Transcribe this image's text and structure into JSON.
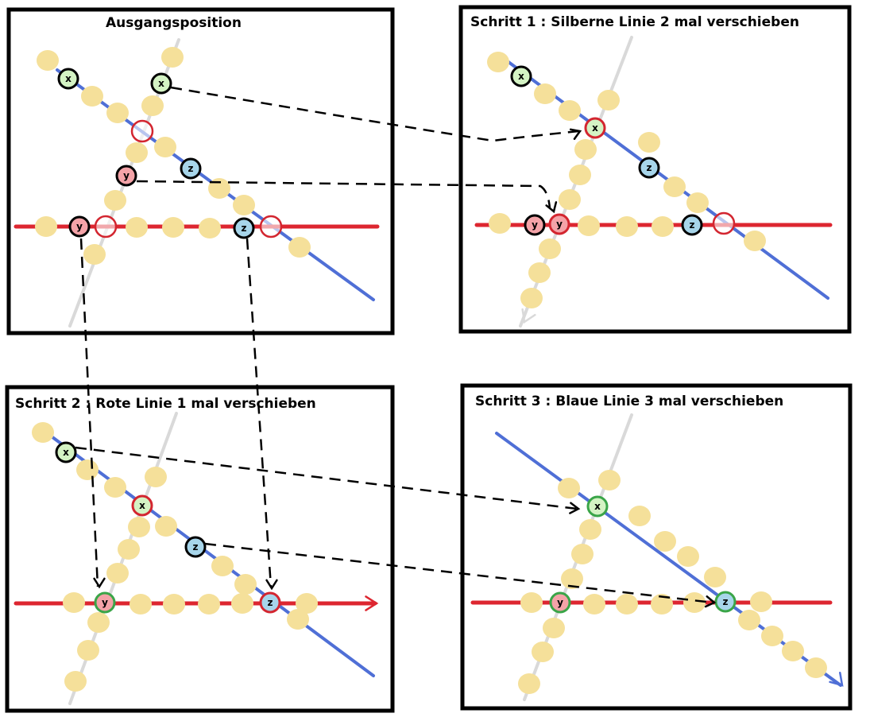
{
  "panels": [
    {
      "id": "start",
      "title": "Ausgangsposition"
    },
    {
      "id": "step1",
      "title": "Schritt 1 : Silberne Linie 2 mal verschieben"
    },
    {
      "id": "step2",
      "title": "Schritt 2 : Rote Linie 1 mal verschieben"
    },
    {
      "id": "step3",
      "title": "Schritt 3 : Blaue Linie 3 mal verschieben"
    }
  ],
  "markers": {
    "x": "x",
    "y": "y",
    "z": "z"
  },
  "colors": {
    "blue_line": "#4f6fd6",
    "red_line": "#dd2630",
    "silver_line": "#d9d9d9",
    "bead": "#f5e09a",
    "marker_x": "#d4f3c4",
    "marker_y": "#f4a3a8",
    "marker_z": "#a7d5ea",
    "ring_red": "#d32630",
    "ring_green": "#3aa548"
  }
}
